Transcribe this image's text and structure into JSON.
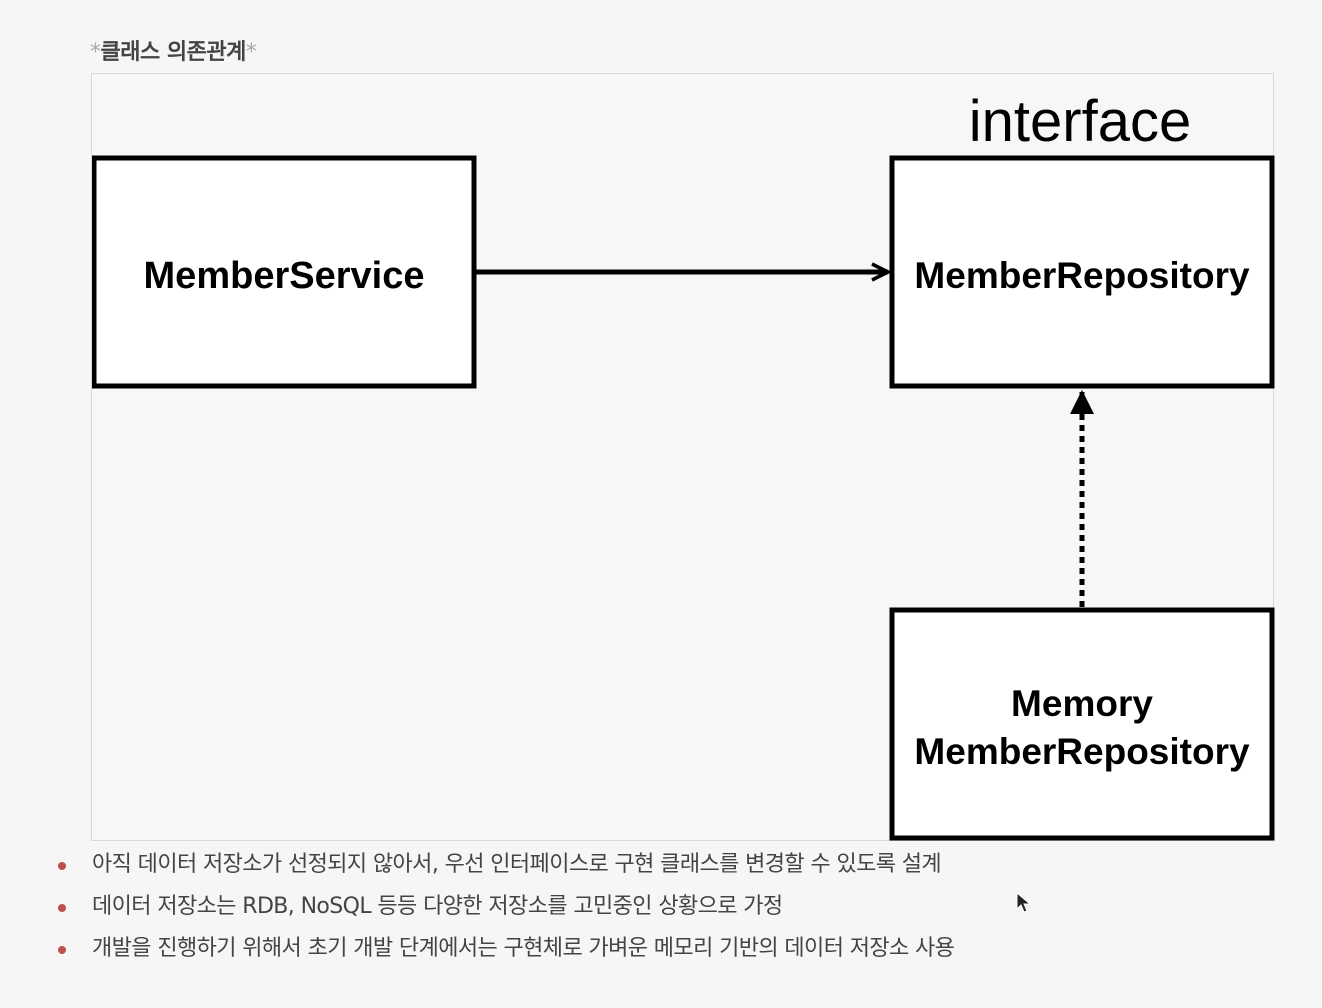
{
  "caption": {
    "star_open": "*",
    "text": "클래스 의존관계",
    "star_close": "*"
  },
  "diagram": {
    "interface_label": "interface",
    "member_service": "MemberService",
    "member_repository": "MemberRepository",
    "memory_repository_line1": "Memory",
    "memory_repository_line2": "MemberRepository"
  },
  "notes": [
    "아직 데이터 저장소가 선정되지 않아서, 우선 인터페이스로 구현 클래스를 변경할 수 있도록 설계",
    "데이터 저장소는 RDB, NoSQL 등등 다양한 저장소를 고민중인 상황으로 가정",
    "개발을 진행하기 위해서 초기 개발 단계에서는 구현체로 가벼운 메모리 기반의 데이터 저장소 사용"
  ],
  "colors": {
    "bullet": "#c0504d",
    "line": "#000000"
  }
}
